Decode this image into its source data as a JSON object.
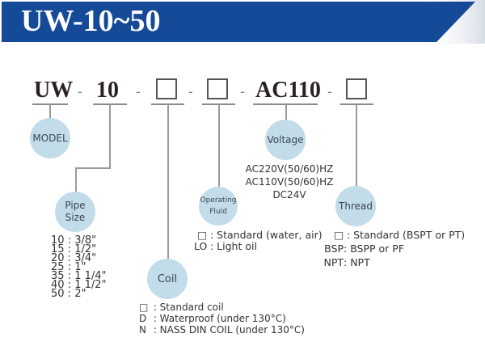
{
  "header": {
    "title": "UW-10~50",
    "band_color": "#154a98"
  },
  "model_code": {
    "segments": [
      {
        "id": "model",
        "text": "UW"
      },
      {
        "id": "pipe_size",
        "text": "10"
      },
      {
        "id": "coil",
        "text": "□"
      },
      {
        "id": "operating_fluid",
        "text": "□"
      },
      {
        "id": "voltage",
        "text": "AC110"
      },
      {
        "id": "thread",
        "text": "□"
      }
    ],
    "separator": "-"
  },
  "nodes": {
    "model": {
      "label": "MODEL"
    },
    "pipe_size": {
      "label_line1": "Pipe",
      "label_line2": "Size"
    },
    "coil": {
      "label": "Coil"
    },
    "operating_fluid": {
      "label_line1": "Operating",
      "label_line2": "Fluid"
    },
    "voltage": {
      "label": "Voltage"
    },
    "thread": {
      "label": "Thread"
    }
  },
  "options": {
    "pipe_size": [
      {
        "code": "10",
        "value": "3/8\""
      },
      {
        "code": "15",
        "value": "1/2\""
      },
      {
        "code": "20",
        "value": "3/4\""
      },
      {
        "code": "25",
        "value": "1\""
      },
      {
        "code": "35",
        "value": "1 1/4\""
      },
      {
        "code": "40",
        "value": "1 1/2\""
      },
      {
        "code": "50",
        "value": "2\""
      }
    ],
    "coil": [
      {
        "code": "□",
        "value": "Standard coil"
      },
      {
        "code": "D",
        "value": "Waterproof (under 130°C)"
      },
      {
        "code": "N",
        "value": "NASS DIN COIL (under 130°C)"
      }
    ],
    "operating_fluid": [
      {
        "code": "□",
        "value": "Standard (water, air)"
      },
      {
        "code": "LO",
        "value": "Light oil"
      }
    ],
    "voltage": [
      "AC220V(50/60)HZ",
      "AC110V(50/60)HZ",
      "DC24V"
    ],
    "thread": [
      {
        "code": "□",
        "value": "Standard (BSPT or PT)"
      },
      {
        "code": "BSP",
        "value": "BSPP or PF"
      },
      {
        "code": "NPT",
        "value": "NPT"
      }
    ]
  },
  "colors": {
    "circle_fill": "#c2dcea",
    "line": "#9a9a9a"
  }
}
